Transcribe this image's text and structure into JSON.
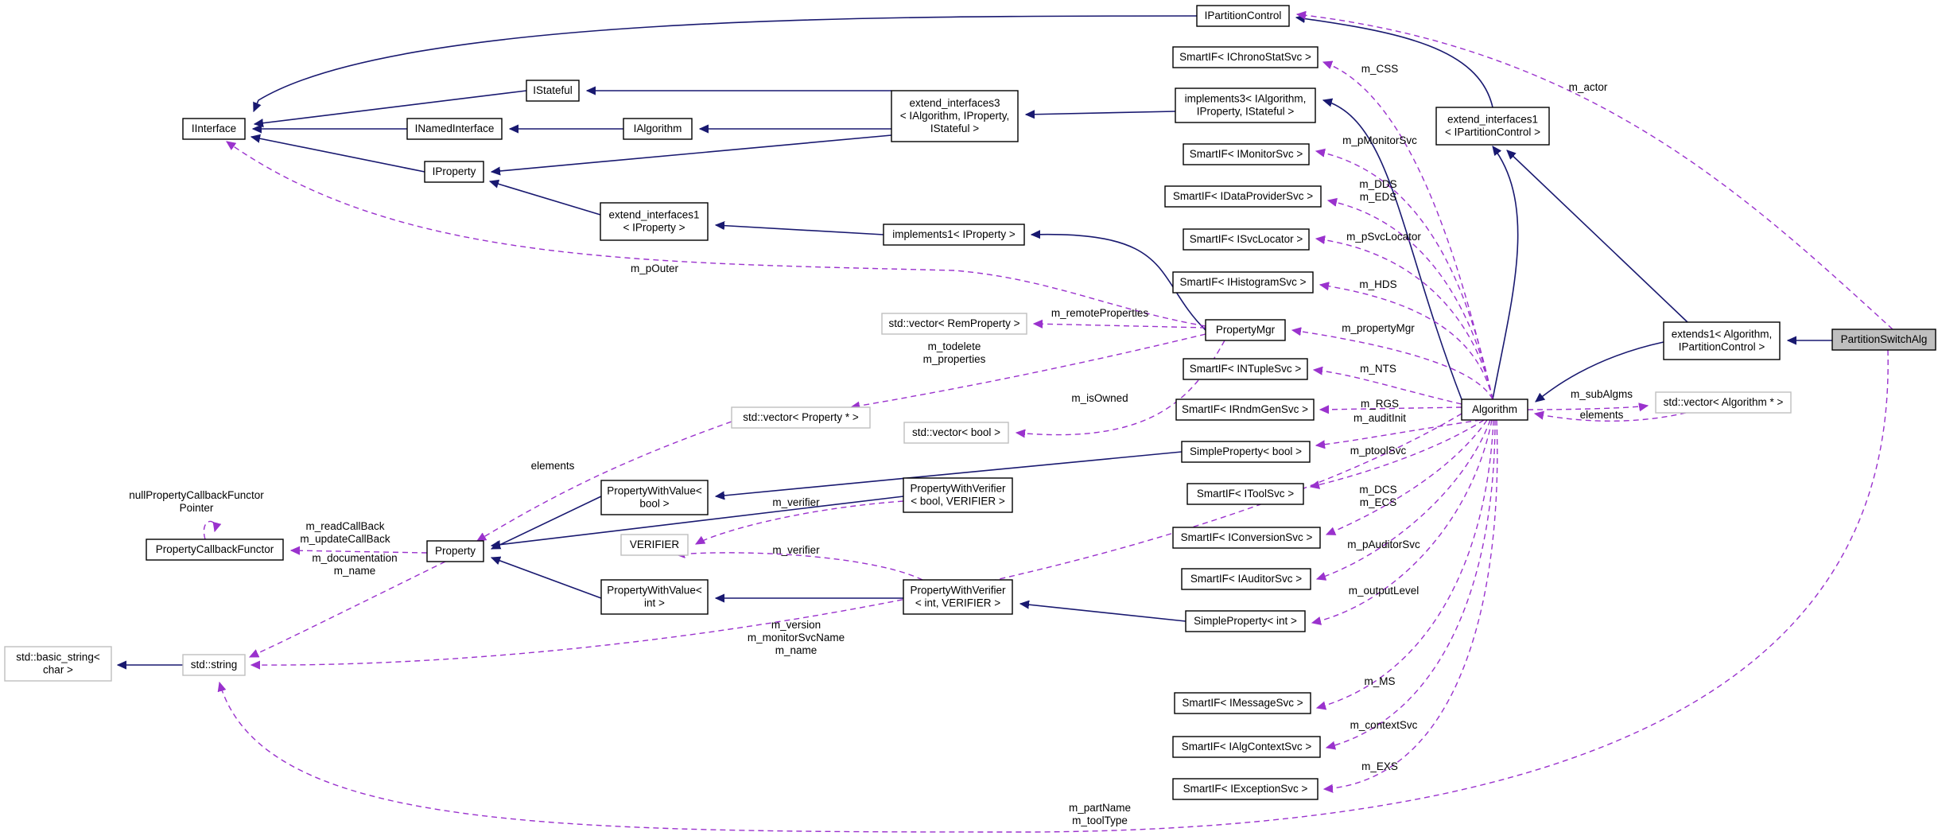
{
  "nodes": [
    {
      "id": "IPartitionControl",
      "lines": [
        "IPartitionControl"
      ]
    },
    {
      "id": "SmartIF_IChronoStatSvc",
      "lines": [
        "SmartIF< IChronoStatSvc >"
      ]
    },
    {
      "id": "IStateful",
      "lines": [
        "IStateful"
      ]
    },
    {
      "id": "extend_interfaces3",
      "lines": [
        "extend_interfaces3",
        "< IAlgorithm, IProperty,",
        "IStateful >"
      ]
    },
    {
      "id": "implements3",
      "lines": [
        "implements3< IAlgorithm,",
        "IProperty, IStateful >"
      ]
    },
    {
      "id": "extend_interfaces1_IPartitionControl",
      "lines": [
        "extend_interfaces1",
        "< IPartitionControl >"
      ]
    },
    {
      "id": "IInterface",
      "lines": [
        "IInterface"
      ]
    },
    {
      "id": "INamedInterface",
      "lines": [
        "INamedInterface"
      ]
    },
    {
      "id": "IAlgorithm",
      "lines": [
        "IAlgorithm"
      ]
    },
    {
      "id": "SmartIF_IMonitorSvc",
      "lines": [
        "SmartIF< IMonitorSvc >"
      ]
    },
    {
      "id": "IProperty",
      "lines": [
        "IProperty"
      ]
    },
    {
      "id": "SmartIF_IDataProviderSvc",
      "lines": [
        "SmartIF< IDataProviderSvc >"
      ]
    },
    {
      "id": "extend_interfaces1_IProperty",
      "lines": [
        "extend_interfaces1",
        "< IProperty >"
      ]
    },
    {
      "id": "implements1",
      "lines": [
        "implements1< IProperty >"
      ]
    },
    {
      "id": "SmartIF_ISvcLocator",
      "lines": [
        "SmartIF< ISvcLocator >"
      ]
    },
    {
      "id": "SmartIF_IHistogramSvc",
      "lines": [
        "SmartIF< IHistogramSvc >"
      ]
    },
    {
      "id": "vector_RemProperty",
      "lines": [
        "std::vector< RemProperty >"
      ]
    },
    {
      "id": "PropertyMgr",
      "lines": [
        "PropertyMgr"
      ]
    },
    {
      "id": "extends1",
      "lines": [
        "extends1< Algorithm,",
        "IPartitionControl >"
      ]
    },
    {
      "id": "PartitionSwitchAlg",
      "lines": [
        "PartitionSwitchAlg"
      ]
    },
    {
      "id": "SmartIF_INTupleSvc",
      "lines": [
        "SmartIF< INTupleSvc >"
      ]
    },
    {
      "id": "vector_Property",
      "lines": [
        "std::vector< Property * >"
      ]
    },
    {
      "id": "SmartIF_IRndmGenSvc",
      "lines": [
        "SmartIF< IRndmGenSvc >"
      ]
    },
    {
      "id": "Algorithm",
      "lines": [
        "Algorithm"
      ]
    },
    {
      "id": "vector_Algorithm",
      "lines": [
        "std::vector< Algorithm * >"
      ]
    },
    {
      "id": "vector_bool",
      "lines": [
        "std::vector< bool >"
      ]
    },
    {
      "id": "SimpleProperty_bool",
      "lines": [
        "SimpleProperty< bool >"
      ]
    },
    {
      "id": "PropertyWithValue_bool",
      "lines": [
        "PropertyWithValue<",
        "bool >"
      ]
    },
    {
      "id": "PropertyWithVerifier_bool",
      "lines": [
        "PropertyWithVerifier",
        "< bool, VERIFIER >"
      ]
    },
    {
      "id": "SmartIF_IToolSvc",
      "lines": [
        "SmartIF< IToolSvc >"
      ]
    },
    {
      "id": "PropertyCallbackFunctor",
      "lines": [
        "PropertyCallbackFunctor"
      ]
    },
    {
      "id": "Property",
      "lines": [
        "Property"
      ]
    },
    {
      "id": "VERIFIER",
      "lines": [
        "VERIFIER"
      ]
    },
    {
      "id": "SmartIF_IConversionSvc",
      "lines": [
        "SmartIF< IConversionSvc >"
      ]
    },
    {
      "id": "SmartIF_IAuditorSvc",
      "lines": [
        "SmartIF< IAuditorSvc >"
      ]
    },
    {
      "id": "PropertyWithValue_int",
      "lines": [
        "PropertyWithValue<",
        "int >"
      ]
    },
    {
      "id": "PropertyWithVerifier_int",
      "lines": [
        "PropertyWithVerifier",
        "< int, VERIFIER >"
      ]
    },
    {
      "id": "SimpleProperty_int",
      "lines": [
        "SimpleProperty< int >"
      ]
    },
    {
      "id": "basic_string",
      "lines": [
        "std::basic_string<",
        "char >"
      ]
    },
    {
      "id": "std_string",
      "lines": [
        "std::string"
      ]
    },
    {
      "id": "SmartIF_IMessageSvc",
      "lines": [
        "SmartIF< IMessageSvc >"
      ]
    },
    {
      "id": "SmartIF_IAlgContextSvc",
      "lines": [
        "SmartIF< IAlgContextSvc >"
      ]
    },
    {
      "id": "SmartIF_IExceptionSvc",
      "lines": [
        "SmartIF< IExceptionSvc >"
      ]
    }
  ],
  "edge_labels": [
    {
      "id": "m_actor",
      "lines": [
        "m_actor"
      ]
    },
    {
      "id": "m_CSS",
      "lines": [
        "m_CSS"
      ]
    },
    {
      "id": "m_pMonitorSvc",
      "lines": [
        "m_pMonitorSvc"
      ]
    },
    {
      "id": "m_DDS_EDS",
      "lines": [
        "m_DDS",
        "m_EDS"
      ]
    },
    {
      "id": "m_pSvcLocator",
      "lines": [
        "m_pSvcLocator"
      ]
    },
    {
      "id": "m_pOuter",
      "lines": [
        "m_pOuter"
      ]
    },
    {
      "id": "m_HDS",
      "lines": [
        "m_HDS"
      ]
    },
    {
      "id": "m_remoteProperties",
      "lines": [
        "m_remoteProperties"
      ]
    },
    {
      "id": "m_propertyMgr",
      "lines": [
        "m_propertyMgr"
      ]
    },
    {
      "id": "m_todelete_properties",
      "lines": [
        "m_todelete",
        "m_properties"
      ]
    },
    {
      "id": "m_NTS",
      "lines": [
        "m_NTS"
      ]
    },
    {
      "id": "m_subAlgms",
      "lines": [
        "m_subAlgms"
      ]
    },
    {
      "id": "m_isOwned",
      "lines": [
        "m_isOwned"
      ]
    },
    {
      "id": "m_RGS",
      "lines": [
        "m_RGS"
      ]
    },
    {
      "id": "elements_alg",
      "lines": [
        "elements"
      ]
    },
    {
      "id": "m_auditInit",
      "lines": [
        "m_auditInit"
      ]
    },
    {
      "id": "elements_prop",
      "lines": [
        "elements"
      ]
    },
    {
      "id": "m_ptoolSvc",
      "lines": [
        "m_ptoolSvc"
      ]
    },
    {
      "id": "nullPropertyCallbackFunctorPointer",
      "lines": [
        "nullPropertyCallbackFunctor",
        "Pointer"
      ]
    },
    {
      "id": "m_DCS_ECS",
      "lines": [
        "m_DCS",
        "m_ECS"
      ]
    },
    {
      "id": "m_verifier_bool",
      "lines": [
        "m_verifier"
      ]
    },
    {
      "id": "m_readCallBack_updateCallBack",
      "lines": [
        "m_readCallBack",
        "m_updateCallBack"
      ]
    },
    {
      "id": "m_pAuditorSvc",
      "lines": [
        "m_pAuditorSvc"
      ]
    },
    {
      "id": "m_verifier_int",
      "lines": [
        "m_verifier"
      ]
    },
    {
      "id": "m_documentation_name",
      "lines": [
        "m_documentation",
        "m_name"
      ]
    },
    {
      "id": "m_outputLevel",
      "lines": [
        "m_outputLevel"
      ]
    },
    {
      "id": "m_version_monitorSvcName_name",
      "lines": [
        "m_version",
        "m_monitorSvcName",
        "m_name"
      ]
    },
    {
      "id": "m_MS",
      "lines": [
        "m_MS"
      ]
    },
    {
      "id": "m_contextSvc",
      "lines": [
        "m_contextSvc"
      ]
    },
    {
      "id": "m_EXS",
      "lines": [
        "m_EXS"
      ]
    },
    {
      "id": "m_partName_toolType",
      "lines": [
        "m_partName",
        "m_toolType"
      ]
    }
  ],
  "colors": {
    "inheritance_edge": "#191970",
    "usage_edge": "#9a32cd",
    "node_border": "#000000",
    "external_node_border": "#bfbfbf",
    "focus_node_fill": "#bfbfbf"
  }
}
